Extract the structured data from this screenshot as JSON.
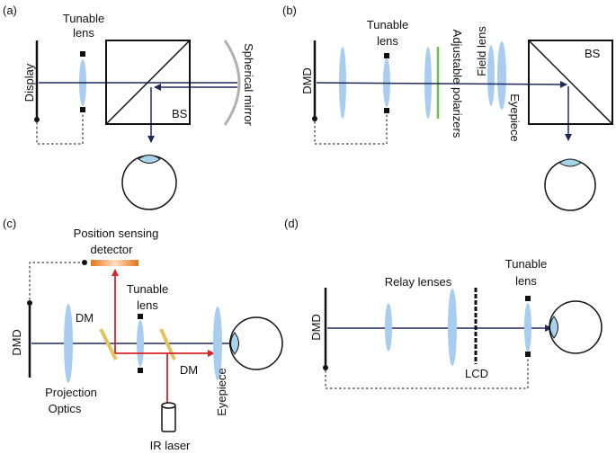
{
  "colors": {
    "lens": "#a9cdf0",
    "beam": "#1f2a5a",
    "ir_beam": "#d8232a",
    "polarizer": "#6cc04a",
    "dm": "#e2c45c",
    "mirror": "#b0b0b0",
    "eye_cornea": "#a9d3e8",
    "detector_edge": "#e8731a"
  },
  "panels": {
    "a": {
      "tag": "(a)",
      "tunable_lens": [
        "Tunable",
        "lens"
      ],
      "display": "Display",
      "bs": "BS",
      "spherical_mirror": "Spherical mirror"
    },
    "b": {
      "tag": "(b)",
      "tunable_lens": [
        "Tunable",
        "lens"
      ],
      "dmd": "DMD",
      "polarizers": "Adjustable polarizers",
      "field_lens": "Field lens",
      "eyepiece": "Eyepiece",
      "bs": "BS"
    },
    "c": {
      "tag": "(c)",
      "detector": [
        "Position sensing",
        "detector"
      ],
      "tunable_lens": [
        "Tunable",
        "lens"
      ],
      "dmd": "DMD",
      "dm_left": "DM",
      "dm_right": "DM",
      "eyepiece": "Eyepiece",
      "projection": [
        "Projection",
        "Optics"
      ],
      "ir_laser": "IR laser"
    },
    "d": {
      "tag": "(d)",
      "relay": "Relay lenses",
      "tunable_lens": [
        "Tunable",
        "lens"
      ],
      "dmd": "DMD",
      "lcd": "LCD"
    }
  }
}
